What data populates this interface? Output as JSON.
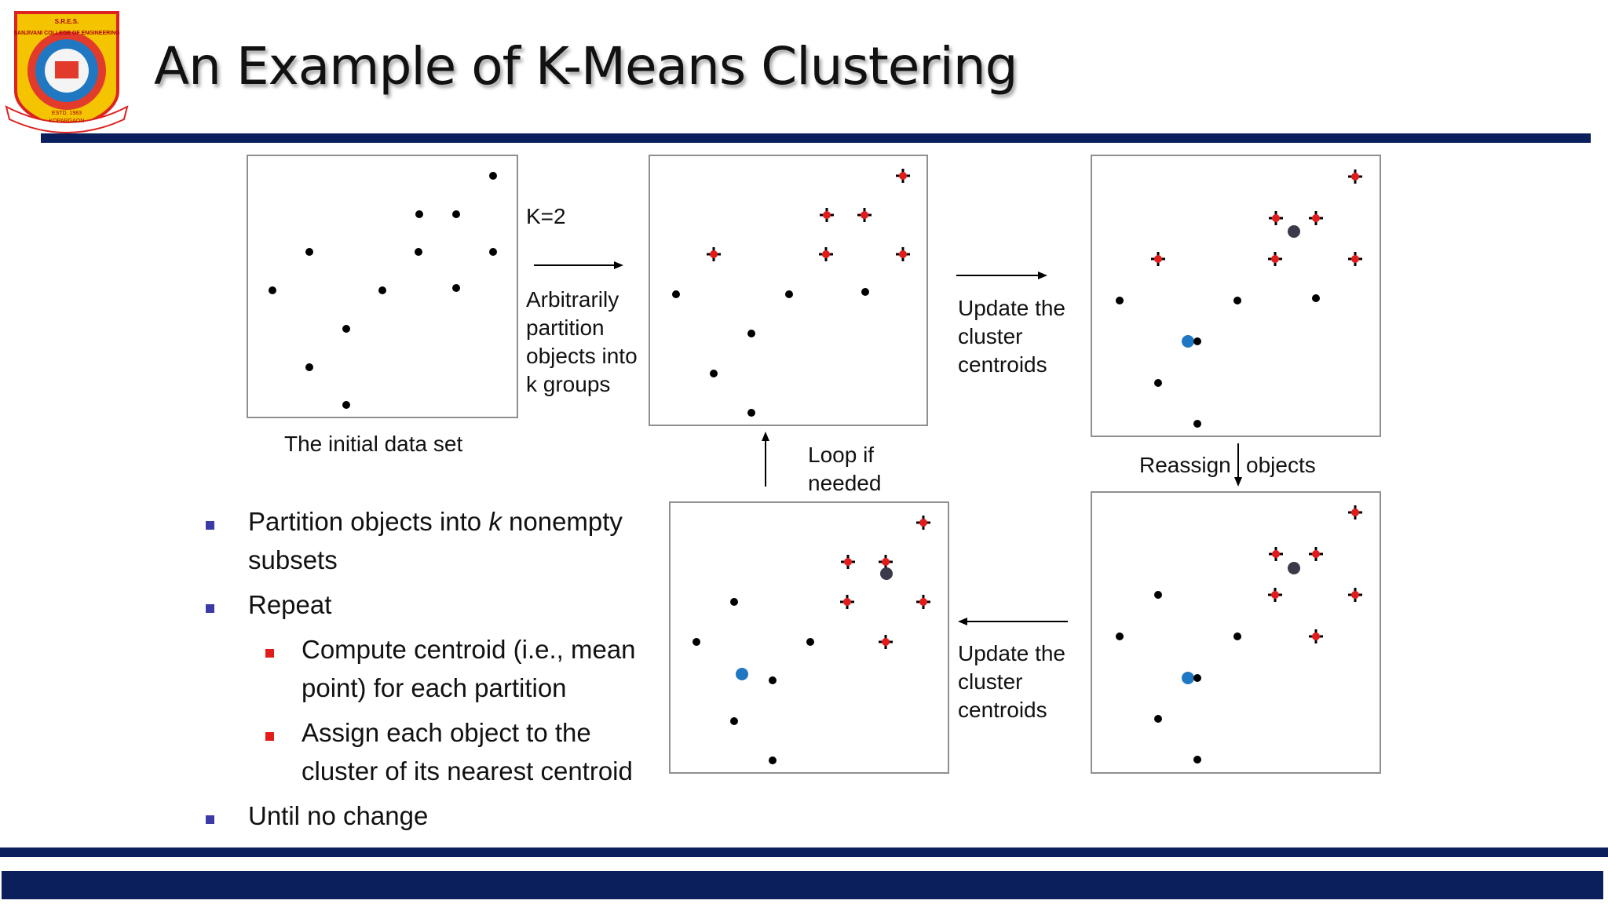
{
  "header": {
    "title": "An Example of K-Means Clustering",
    "logo_top_text": "S.R.E.S.",
    "logo_college": "SANJIVANI COLLEGE OF ENGINEERING",
    "logo_estd": "ESTD. 1983",
    "logo_place": "KOPARGAON"
  },
  "diagram": {
    "k_label": "K=2",
    "step_partition": [
      "Arbitrarily",
      "partition",
      "objects into",
      "k groups"
    ],
    "initial_caption": "The initial data set",
    "update1": [
      "Update the",
      "cluster",
      "centroids"
    ],
    "reassign_left": "Reassign",
    "reassign_right": "objects",
    "update2": [
      "Update the",
      "cluster",
      "centroids"
    ],
    "loop": [
      "Loop if",
      "needed"
    ]
  },
  "bullets": {
    "b1_pre": "Partition objects into ",
    "b1_k": "k",
    "b1_post": " nonempty",
    "b1_line2": "subsets",
    "b2": "Repeat",
    "s1_line1": "Compute centroid (i.e., mean",
    "s1_line2": "point) for each partition",
    "s2_line1": "Assign each object to the",
    "s2_line2": "cluster of its nearest centroid",
    "b3": "Until no change"
  },
  "colors": {
    "navy": "#0a1f5c",
    "cross": "#e21b1b",
    "centroid_blue": "#1f78c1",
    "centroid_dark": "#3a3a4a"
  }
}
